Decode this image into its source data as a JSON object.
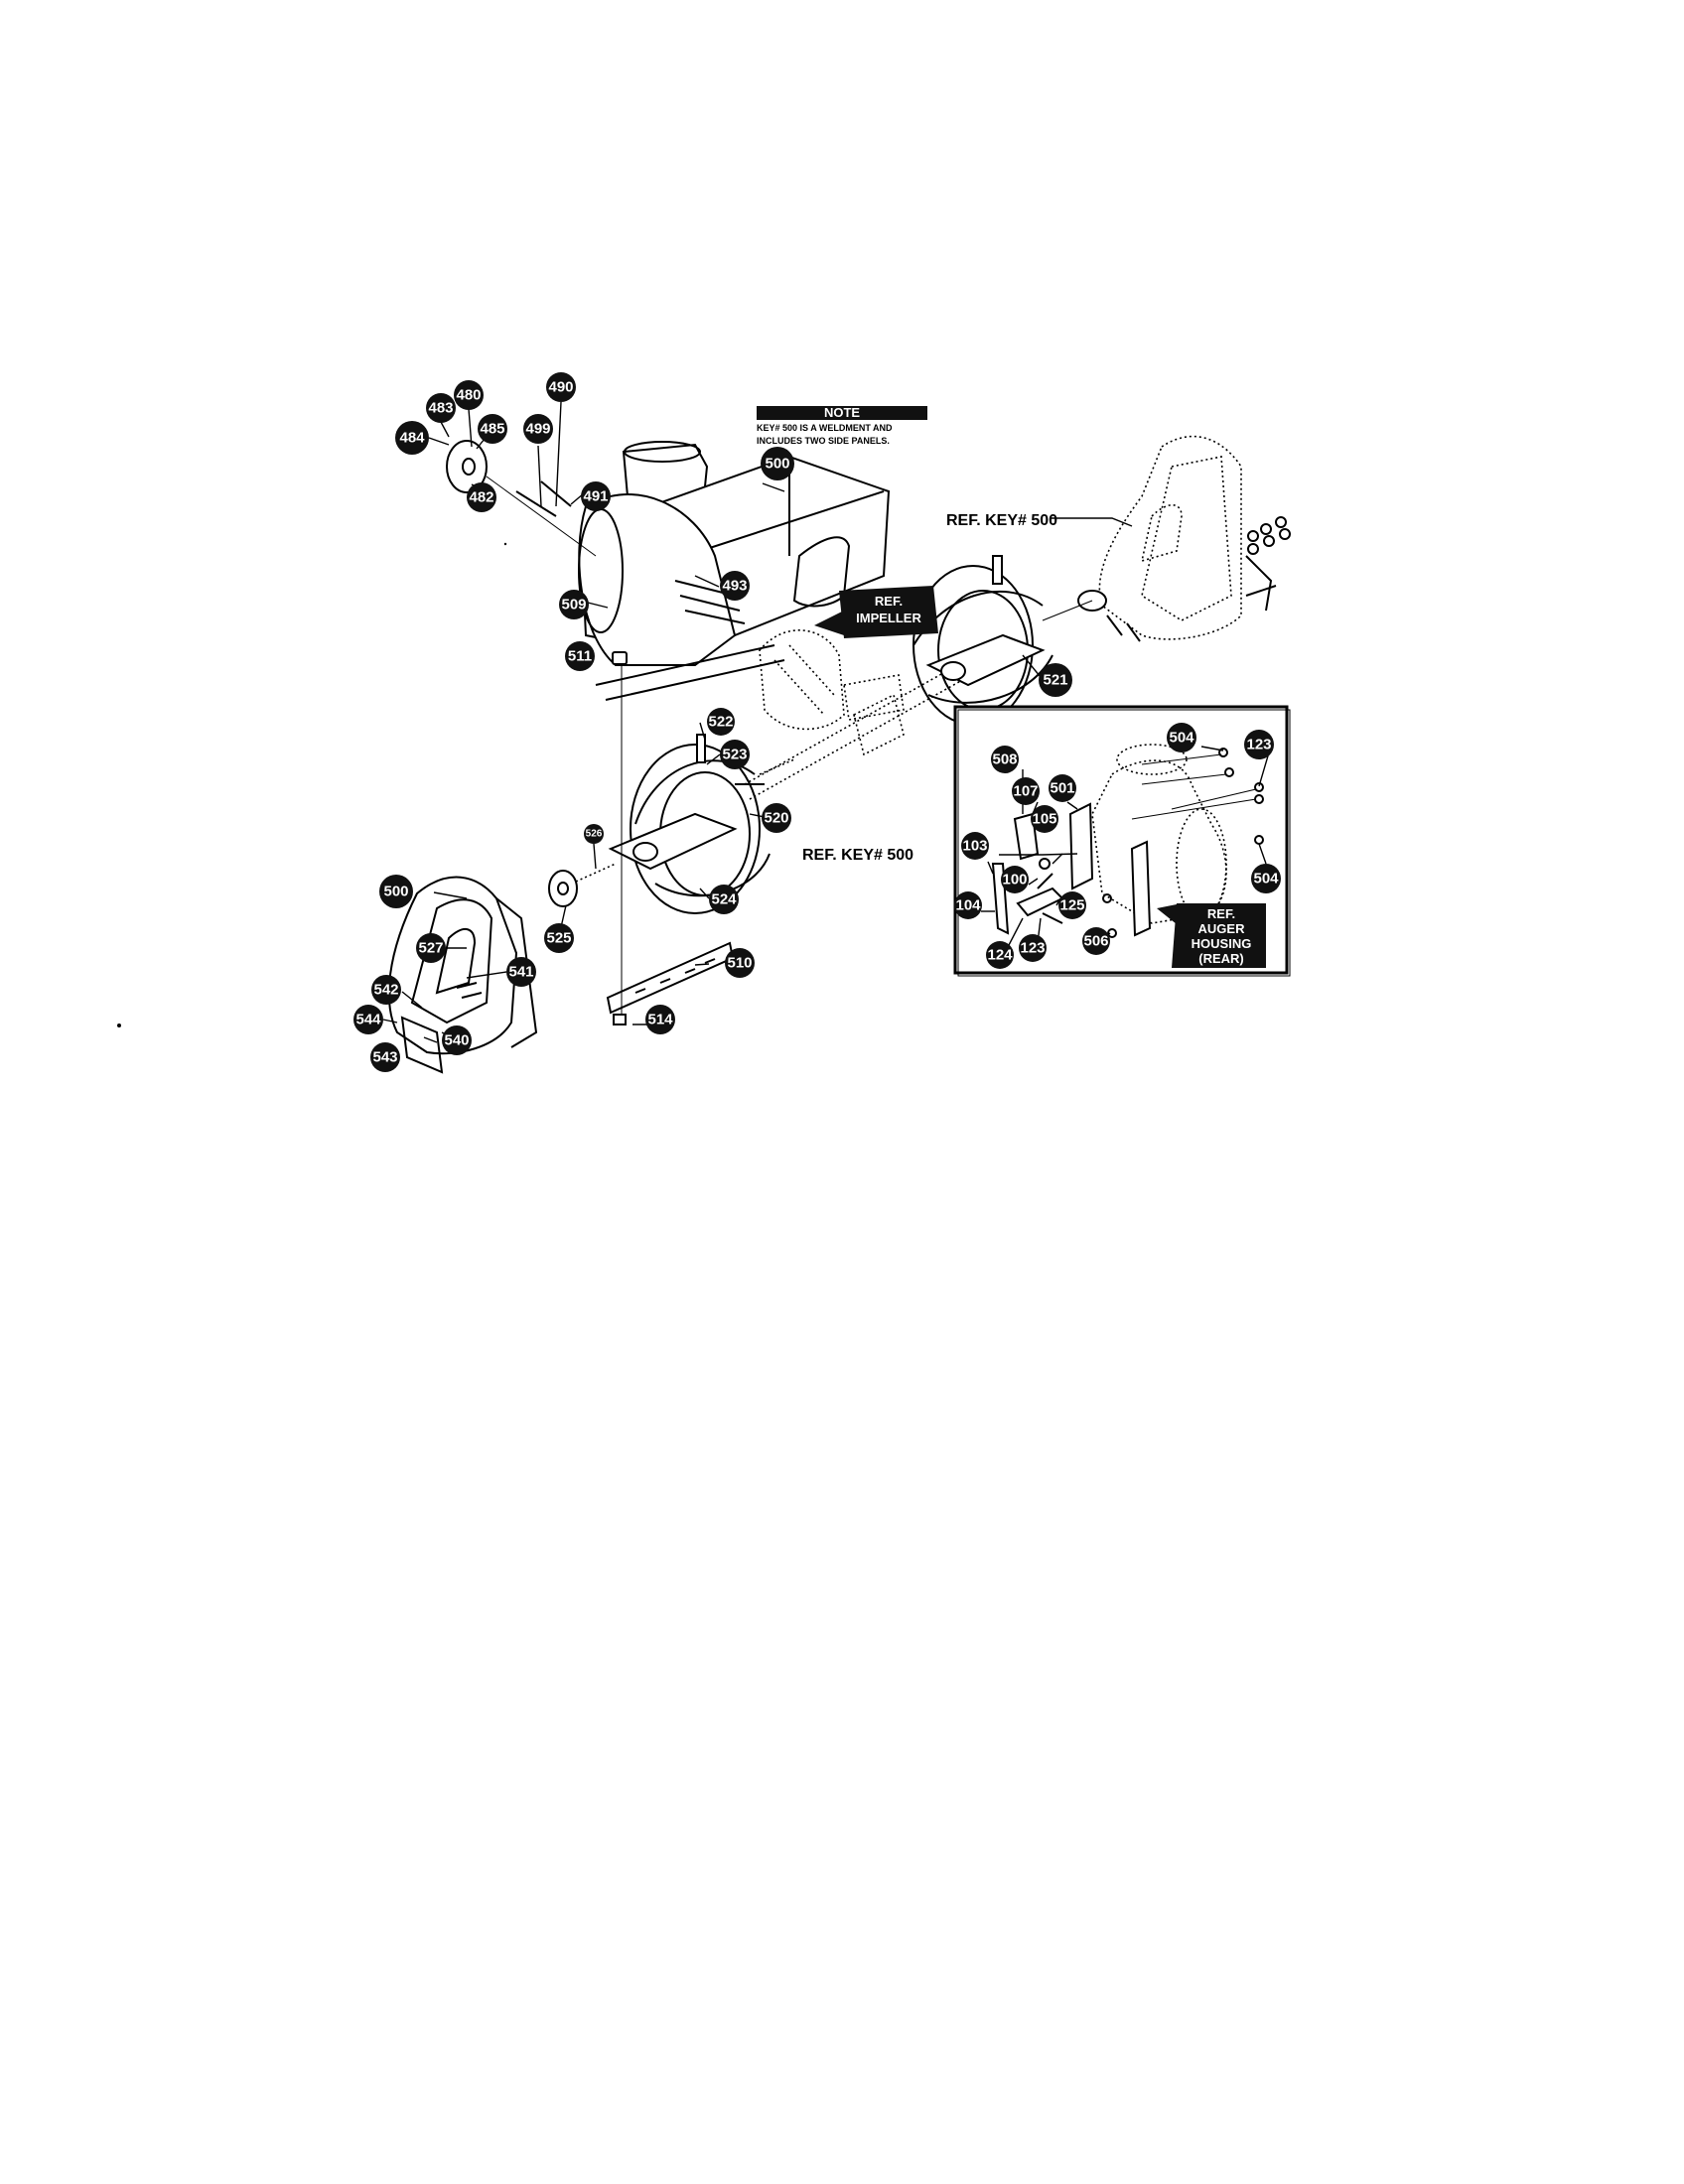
{
  "note": {
    "title": "NOTE",
    "line1": "KEY# 500 IS A WELDMENT AND",
    "line2": "INCLUDES TWO SIDE PANELS."
  },
  "ref_labels": {
    "ref_key_500_top": "REF. KEY# 500",
    "ref_key_500_inset": "REF. KEY# 500"
  },
  "tags": {
    "impeller_l1": "REF.",
    "impeller_l2": "IMPELLER",
    "auger_l1": "REF.",
    "auger_l2": "AUGER",
    "auger_l3": "HOUSING",
    "auger_l4": "(REAR)"
  },
  "callouts": {
    "c484": "484",
    "c483": "483",
    "c480": "480",
    "c485": "485",
    "c482": "482",
    "c499": "499",
    "c490": "490",
    "c491": "491",
    "c500a": "500",
    "c493": "493",
    "c509": "509",
    "c511": "511",
    "c521": "521",
    "c522": "522",
    "c523": "523",
    "c520": "520",
    "c526": "526",
    "c500b": "500",
    "c527": "527",
    "c525": "525",
    "c541": "541",
    "c542": "542",
    "c544": "544",
    "c543": "543",
    "c540": "540",
    "c524": "524",
    "c510": "510",
    "c514": "514",
    "c504a": "504",
    "c123a": "123",
    "c508": "508",
    "c107": "107",
    "c501": "501",
    "c105": "105",
    "c103": "103",
    "c100": "100",
    "c104": "104",
    "c124": "124",
    "c123b": "123",
    "c125": "125",
    "c506": "506",
    "c504b": "504"
  }
}
